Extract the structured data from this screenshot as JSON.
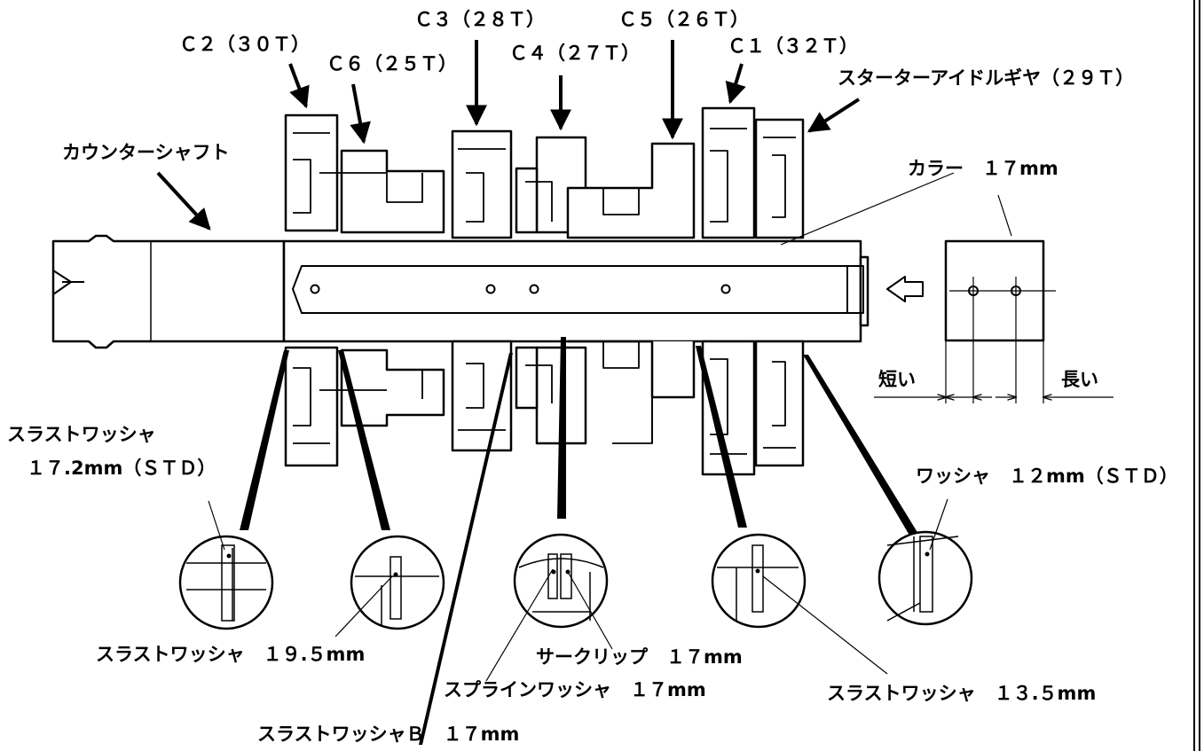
{
  "labels": {
    "c2": "Ｃ２（３０Ｔ）",
    "c6": "Ｃ６（２５Ｔ）",
    "c3": "Ｃ３（２８Ｔ）",
    "c4": "Ｃ４（２７Ｔ）",
    "c5": "Ｃ５（２６Ｔ）",
    "c1": "Ｃ１（３２Ｔ）",
    "starter_idle": "スターターアイドルギヤ（２９Ｔ）",
    "countershaft": "カウンターシャフト",
    "collar": "カラー　１７mm",
    "short": "短い",
    "long": "長い",
    "thrust_washer_std_title": "スラストワッシャ",
    "thrust_washer_std_size": "１７.2mm（ＳＴＤ）",
    "washer_std": "ワッシャ　１２mm（ＳＴＤ）",
    "thrust_washer_195": "スラストワッシャ　１９.５mm",
    "circlip": "サークリップ　１７mm",
    "spline_washer": "スプラインワッシャ　１７mm",
    "thrust_washer_135": "スラストワッシャ　１３.５mm",
    "thrust_washer_b": "スラストワッシャＢ　１７mm"
  }
}
